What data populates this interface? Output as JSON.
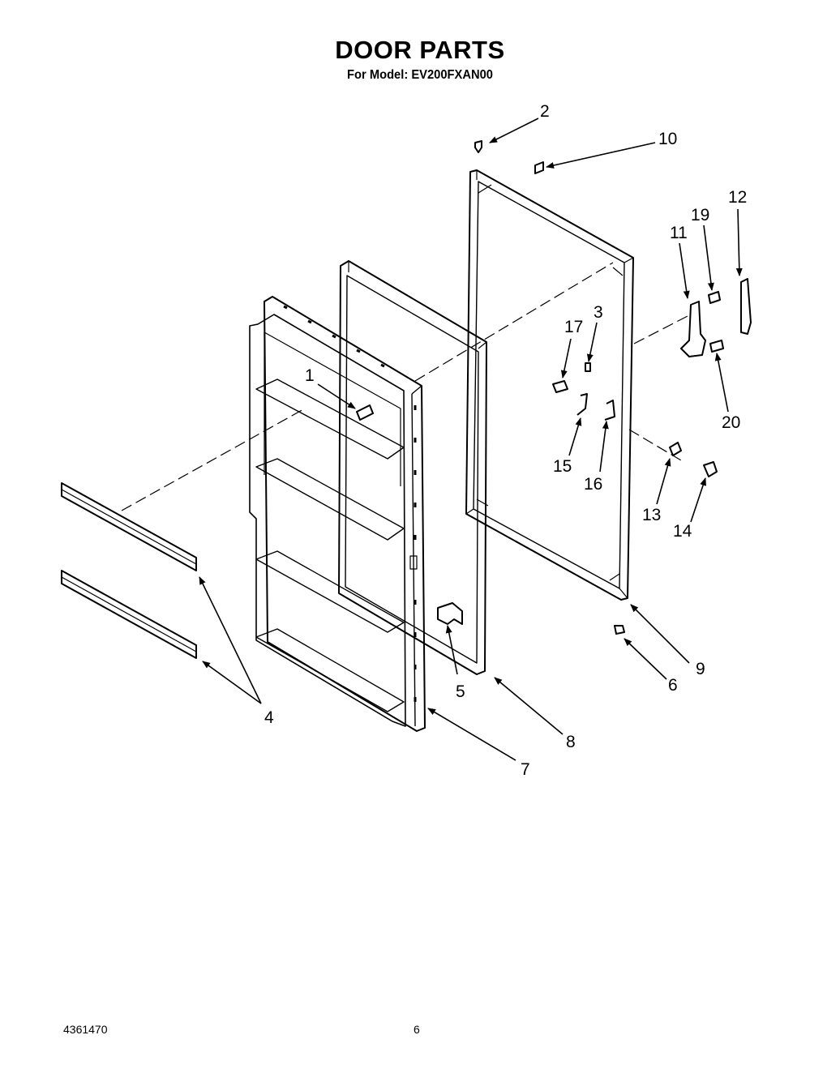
{
  "header": {
    "title": "DOOR PARTS",
    "subtitle": "For Model: EV200FXAN00"
  },
  "footer": {
    "document_number": "4361470",
    "page_number": "6"
  },
  "callouts": [
    {
      "id": "c1",
      "label": "1"
    },
    {
      "id": "c2",
      "label": "2"
    },
    {
      "id": "c3",
      "label": "3"
    },
    {
      "id": "c4",
      "label": "4"
    },
    {
      "id": "c5",
      "label": "5"
    },
    {
      "id": "c6",
      "label": "6"
    },
    {
      "id": "c7",
      "label": "7"
    },
    {
      "id": "c8",
      "label": "8"
    },
    {
      "id": "c9",
      "label": "9"
    },
    {
      "id": "c10",
      "label": "10"
    },
    {
      "id": "c11",
      "label": "11"
    },
    {
      "id": "c12",
      "label": "12"
    },
    {
      "id": "c13",
      "label": "13"
    },
    {
      "id": "c14",
      "label": "14"
    },
    {
      "id": "c15",
      "label": "15"
    },
    {
      "id": "c16",
      "label": "16"
    },
    {
      "id": "c17",
      "label": "17"
    },
    {
      "id": "c19",
      "label": "19"
    },
    {
      "id": "c20",
      "label": "20"
    }
  ]
}
